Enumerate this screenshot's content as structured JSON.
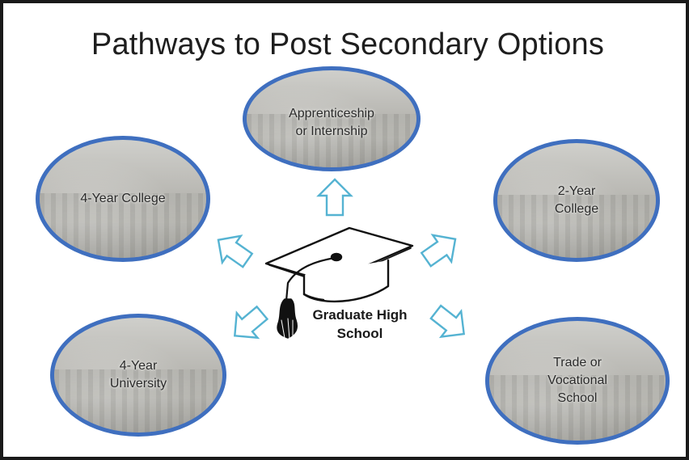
{
  "title": "Pathways to Post Secondary Options",
  "center": {
    "label": "Graduate High\nSchool",
    "icon": "graduation-cap-icon"
  },
  "nodes": {
    "apprenticeship": {
      "label": "Apprenticeship\nor Internship"
    },
    "four_year_college": {
      "label": "4-Year College"
    },
    "two_year_college": {
      "label": "2-Year\nCollege"
    },
    "four_year_university": {
      "label": "4-Year\nUniversity"
    },
    "trade_school": {
      "label": "Trade or\nVocational\nSchool"
    }
  },
  "colors": {
    "ellipse_border": "#3f6fbf",
    "arrow_stroke": "#55b3d2",
    "frame": "#1a1a1a"
  }
}
